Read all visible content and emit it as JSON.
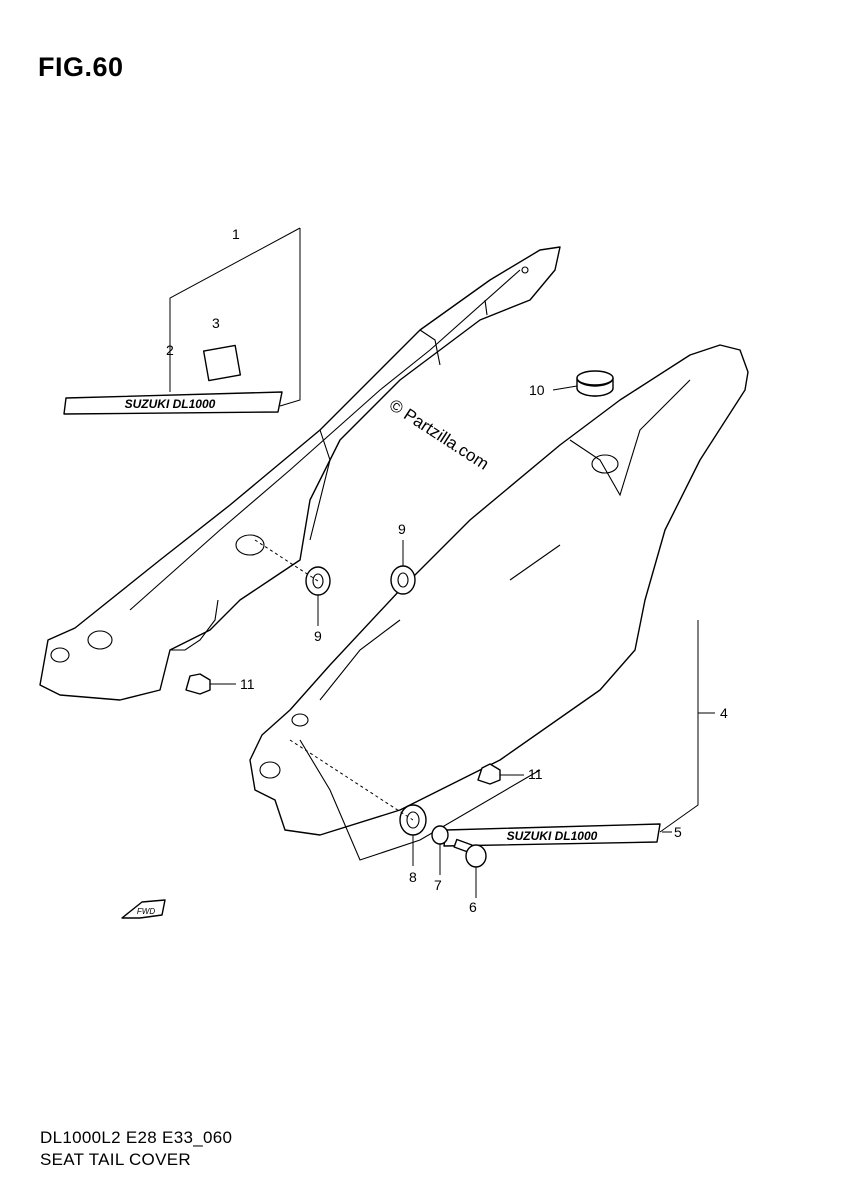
{
  "figure": {
    "title": "FIG.60",
    "code": "DL1000L2 E28 E33_060",
    "description": "SEAT TAIL COVER"
  },
  "watermark": "© Partzilla.com",
  "emblem_text": "SUZUKI DL1000",
  "front_marker_text": "FWD",
  "callouts": {
    "c1": "1",
    "c2": "2",
    "c3": "3",
    "c4": "4",
    "c5": "5",
    "c6": "6",
    "c7": "7",
    "c8": "8",
    "c9a": "9",
    "c9b": "9",
    "c10": "10",
    "c11a": "11",
    "c11b": "11"
  }
}
